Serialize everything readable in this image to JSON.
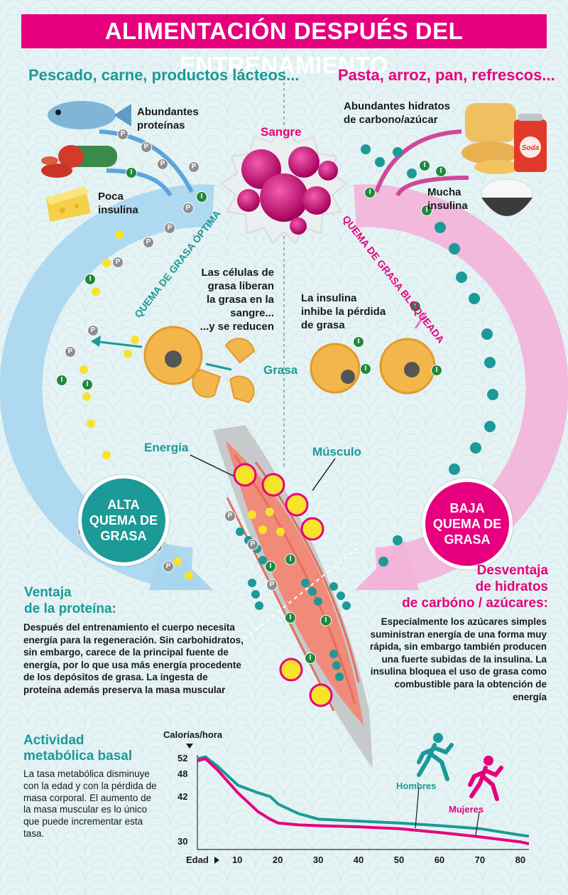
{
  "title": "ALIMENTACIÓN DESPUÉS DEL ENTRENAMIENTO",
  "left": {
    "subtitle": "Pescado, carne, productos lácteos...",
    "protein_label": "Abundantes\nproteínas",
    "insulin_label": "Poca\ninsulina",
    "arc_label": "QUEMA DE GRASA ÓPTIMA",
    "fat_release_label": "Las células de\ngrasa liberan\nla grasa en la\nsangre...\n...y se reducen",
    "badge": "ALTA\nQUEMA DE\nGRASA",
    "heading": "Ventaja\nde la proteína:",
    "body": "Después del entrenamiento el cuerpo necesita energía para la regeneración. Sin carbohidratos, sin embargo, carece de la principal fuente de energía, por lo que usa más energía procedente de los depósitos de grasa. La ingesta de proteína además preserva la masa muscular"
  },
  "right": {
    "subtitle": "Pasta, arroz, pan, refrescos...",
    "carbs_label": "Abundantes hidratos\nde carbono/azúcar",
    "insulin_label": "Mucha\ninsulina",
    "arc_label": "QUEMA DE GRASA BLOQUEADA",
    "inhibit_label": "La insulina\ninhibe la pérdida\nde grasa",
    "badge": "BAJA\nQUEMA DE\nGRASA",
    "heading": "Desventaja\nde hidratos\nde carbóno / azúcares:",
    "body": "Especialmente los azúcares simples suministran energía de una forma muy rápida, sin embargo también producen una fuerte subidas de la insulina. La insulina bloquea el uso de grasa como combustible para la obtención de energía",
    "soda_label": "Soda"
  },
  "center": {
    "blood_label": "Sangre",
    "fat_label": "Grasa",
    "energy_label": "Energía",
    "muscle_label": "Músculo",
    "protein_marker": "P",
    "insulin_marker": "I"
  },
  "metabolic": {
    "title": "Actividad\nmetabólica basal",
    "body": "La tasa metabólica disminuye con la edad y con la pérdida de masa corporal. El aumento de la masa muscular es lo único que puede incrementar esta tasa."
  },
  "chart_data": {
    "type": "line",
    "ylabel": "Calorías/hora",
    "xlabel": "Edad",
    "x_ticks": [
      10,
      20,
      30,
      40,
      50,
      60,
      70,
      80
    ],
    "y_ticks": [
      52,
      48,
      42,
      30
    ],
    "xlim": [
      0,
      82
    ],
    "ylim": [
      28,
      53
    ],
    "series": [
      {
        "name": "Hombres",
        "color": "#1b9a97",
        "x": [
          0,
          2,
          5,
          10,
          15,
          18,
          20,
          25,
          30,
          40,
          50,
          60,
          70,
          80,
          82
        ],
        "y": [
          52,
          52.5,
          50,
          45,
          43,
          42,
          40,
          37.5,
          36,
          35.5,
          35,
          34.3,
          33.5,
          31.8,
          31.5
        ]
      },
      {
        "name": "Mujeres",
        "color": "#e6007e",
        "x": [
          0,
          2,
          5,
          10,
          15,
          18,
          20,
          25,
          30,
          40,
          50,
          60,
          70,
          80,
          82
        ],
        "y": [
          51.5,
          52,
          49,
          43,
          38,
          36,
          35,
          34.5,
          34.3,
          34,
          33.5,
          32.5,
          31.3,
          30,
          29.5
        ]
      }
    ]
  },
  "colors": {
    "teal": "#1b9a97",
    "pink": "#e6007e",
    "light_blue": "#9fd1ec",
    "light_pink": "#f2a9d4",
    "muscle": "#f08a79",
    "fat": "#f2b64a",
    "yellow": "#f7e32a"
  }
}
